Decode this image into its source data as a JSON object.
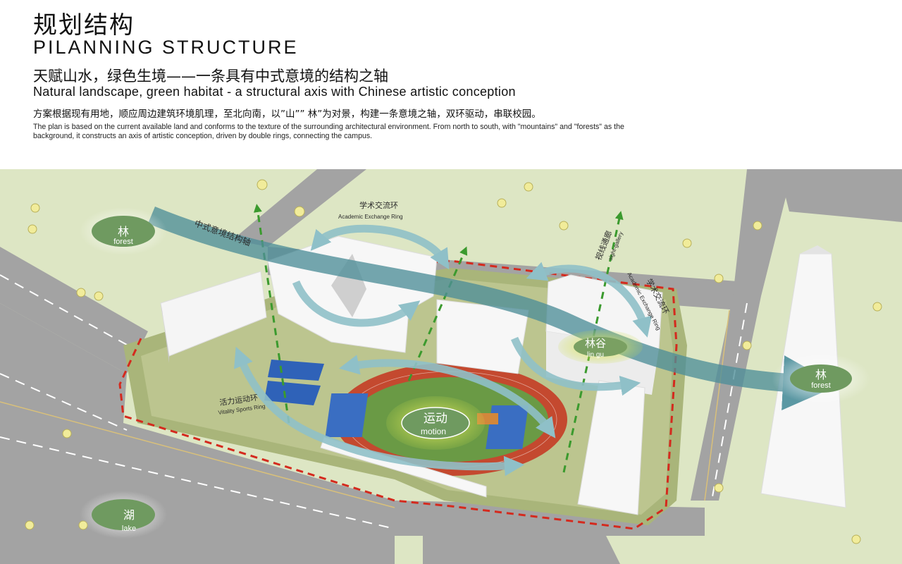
{
  "header": {
    "title_cn": "规划结构",
    "title_en": "PILANNING  STRUCTURE",
    "subtitle_cn": "天赋山水，绿色生境——一条具有中式意境的结构之轴",
    "subtitle_en": "Natural landscape, green habitat - a structural axis with Chinese artistic conception",
    "desc_cn": "方案根据现有用地，顺应周边建筑环境肌理，至北向南，以”山”” 林”为对景，构建一条意境之轴，双环驱动，串联校园。",
    "desc_en": "The plan is based on the current available land and conforms to the texture of the surrounding architectural environment. From north to south, with \"mountains\" and \"forests\" as the background, it constructs an axis of artistic conception, driven by double rings, connecting the campus."
  },
  "nodes": {
    "forest_left": {
      "cn": "林",
      "en": "forest"
    },
    "forest_right": {
      "cn": "林",
      "en": "forest"
    },
    "lake": {
      "cn": "湖",
      "en": "lake"
    },
    "motion": {
      "cn": "运动",
      "en": "motion"
    },
    "lingu": {
      "cn": "林谷",
      "en": "lin gu"
    }
  },
  "labels": {
    "axis": "中式意境结构轴",
    "academic_ring_cn": "学术交流环",
    "academic_ring_en": "Academic Exchange Ring",
    "academic_ring2_cn": "学术交流环",
    "academic_ring2_en": "Academic Exchange Ring",
    "sight_gallery_cn": "视线通廊",
    "sight_gallery_en": "sight-gallery",
    "vitality_ring_cn": "活力运动环",
    "vitality_ring_en": "Vitality Sports Ring"
  },
  "colors": {
    "ground": "#dde6c4",
    "road": "#a3a3a3",
    "site": "#a9b57a",
    "axis_arrow": "#4e8e99",
    "track": "#c4492f",
    "boundary": "#d42a1e",
    "green_dash": "#3b9a2e",
    "building": "#f7f7f7"
  }
}
